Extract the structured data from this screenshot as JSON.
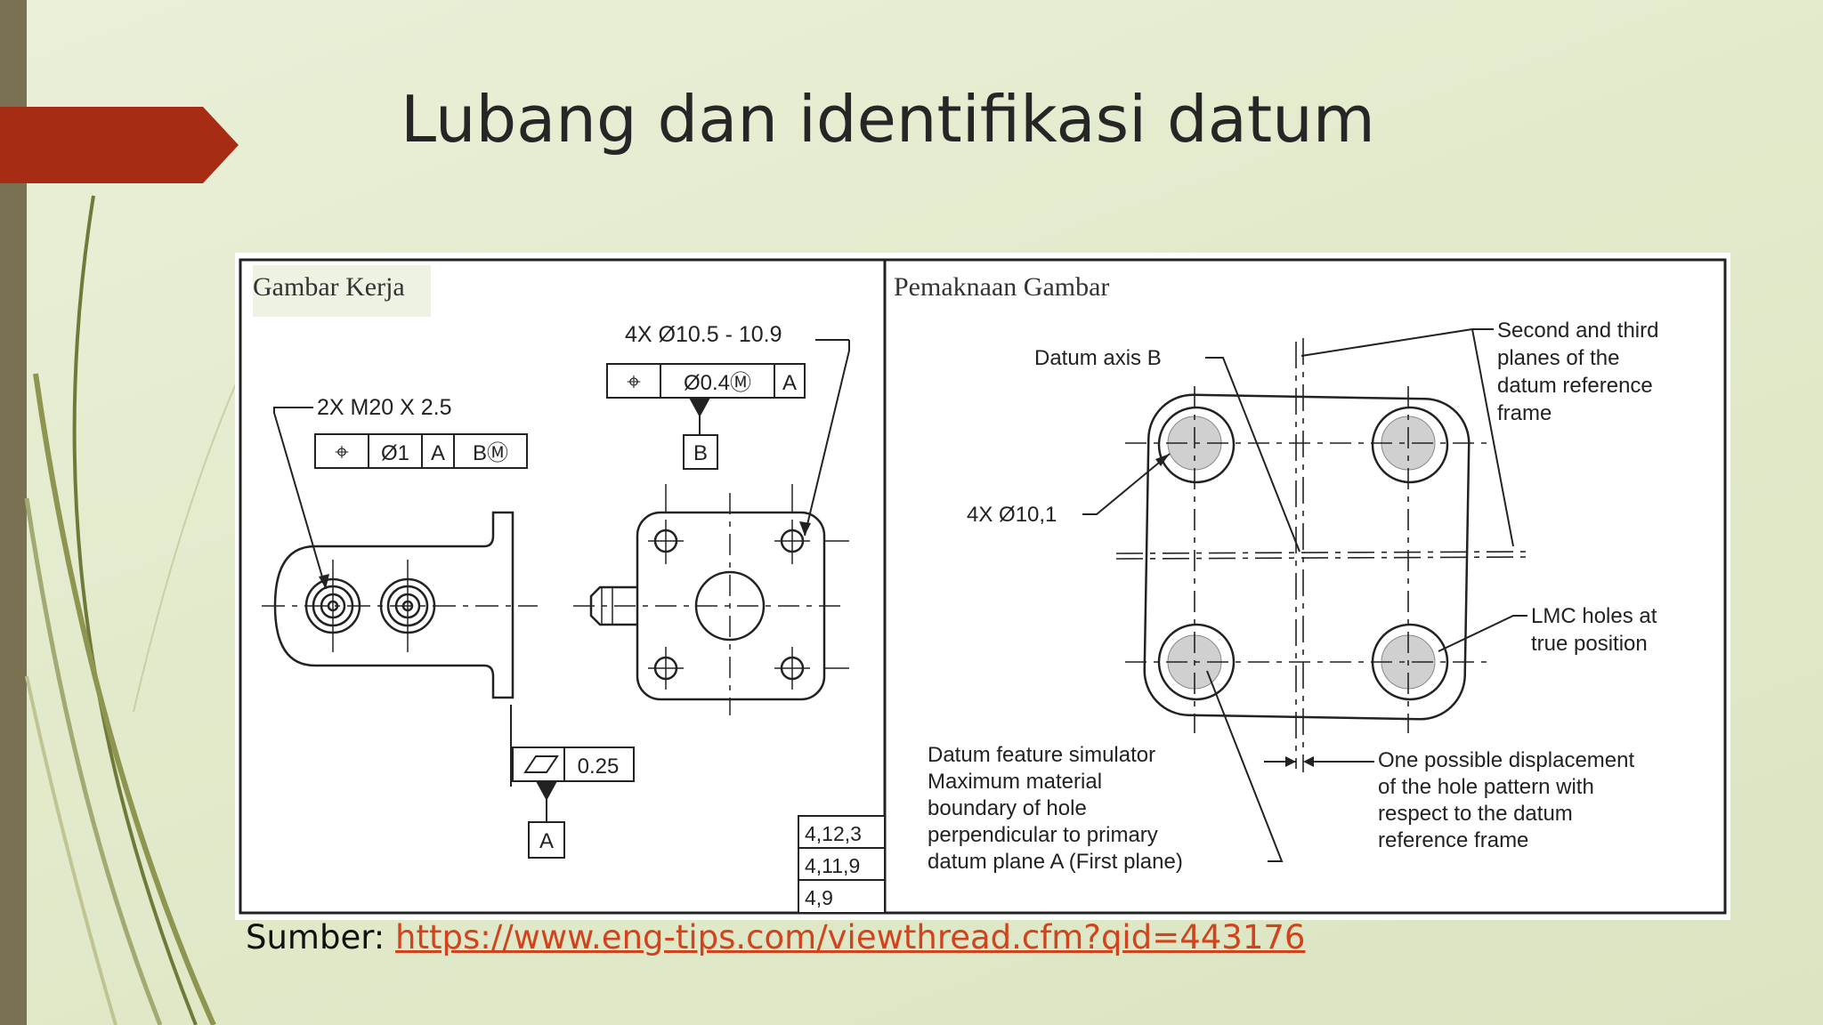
{
  "slide": {
    "title": "Lubang dan identifikasi datum",
    "source_label": "Sumber:",
    "source_link": "https://www.eng-tips.com/viewthread.cfm?qid=443176"
  },
  "left_panel": {
    "heading": "Gambar Kerja",
    "callout_holes": "4X Ø10.5 - 10.9",
    "fcf_holes": [
      "⌖",
      "Ø0.4Ⓜ",
      "A"
    ],
    "datum_b": "B",
    "callout_thread": "2X M20 X 2.5",
    "fcf_thread": [
      "⌖",
      "Ø1",
      "A",
      "BⓂ"
    ],
    "flatness_value": "0.25",
    "datum_a": "A",
    "refs": [
      "4,12,3",
      "4,11,9",
      "4,9"
    ]
  },
  "right_panel": {
    "heading": "Pemaknaan Gambar",
    "datum_axis_b": "Datum axis B",
    "hole_size": "4X Ø10,1",
    "second_third_planes": [
      "Second and third",
      "planes of the",
      "datum reference",
      "frame"
    ],
    "lmc_holes": [
      "LMC holes at",
      "true position"
    ],
    "datum_simulator": [
      "Datum feature simulator",
      "Maximum material",
      "boundary of hole",
      "perpendicular to primary",
      "datum plane A (First plane)"
    ],
    "displacement": [
      "One possible displacement",
      "of the hole pattern with",
      "respect to the datum",
      "reference frame"
    ]
  },
  "colors": {
    "accent_banner": "#a62c14",
    "side_strip": "#7a7152",
    "link": "#d1431c"
  }
}
